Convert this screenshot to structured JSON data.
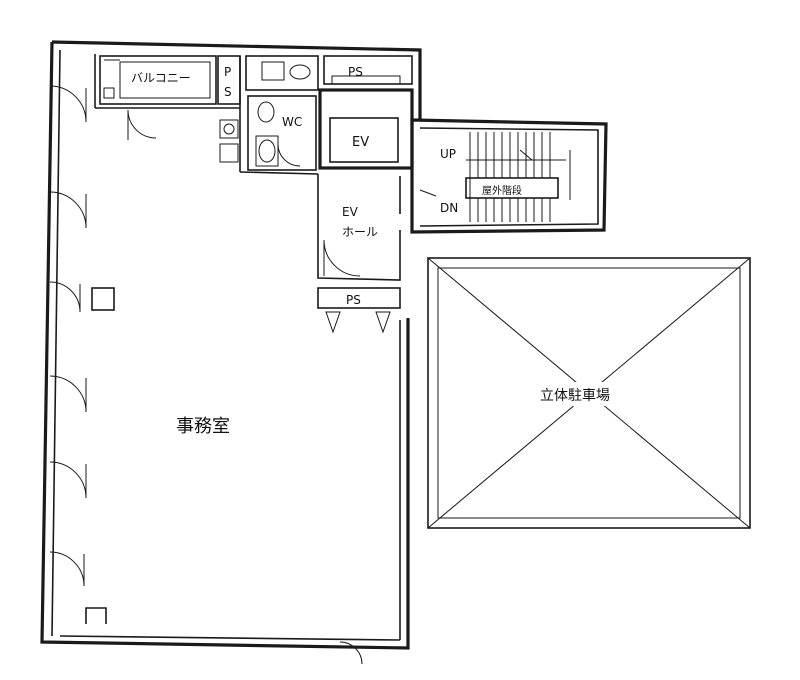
{
  "plan": {
    "rooms": {
      "office": "事務室",
      "parking": "立体駐車場",
      "ev_hall_line1": "EV",
      "ev_hall_line2": "ホール",
      "elevator": "EV",
      "wc": "WC",
      "balcony": "バルコニー",
      "ps_top": "PS",
      "ps_side_1": "P",
      "ps_side_2": "S",
      "ps_lower": "PS",
      "outdoor_stairs": "屋外階段",
      "stairs_up": "UP",
      "stairs_down": "DN"
    },
    "colors": {
      "line": "#1a1a1a",
      "background": "#ffffff",
      "text": "#111111"
    }
  }
}
